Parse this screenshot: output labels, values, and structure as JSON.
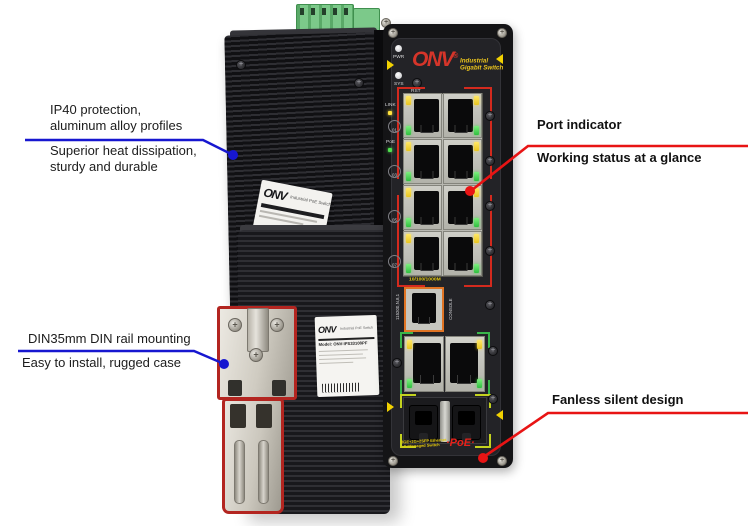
{
  "colors": {
    "blue": "#1717d0",
    "red": "#e81414"
  },
  "callouts": {
    "top_left": {
      "l1": "IP40 protection,",
      "l2": "aluminum alloy profiles",
      "l3": "Superior heat dissipation,",
      "l4": "sturdy and durable"
    },
    "right": {
      "l1": "Port indicator",
      "l2": "Working status at a glance"
    },
    "bottom_left": {
      "l1": "DIN35mm DIN rail mounting",
      "l2": "Easy to install, rugged case"
    },
    "bottom_right": {
      "l1": "Fanless silent design"
    }
  },
  "front_panel": {
    "brand": "ONV",
    "reg": "®",
    "tagline1": "Industrial",
    "tagline2": "Gigabit Switch",
    "led_pwr": "PWR",
    "led_sys": "SYS",
    "reset": "RST",
    "link": "LINK",
    "poe": "PoE",
    "ports_left": [
      "01",
      "03",
      "05",
      "07"
    ],
    "speed": "10/100/1000M",
    "console_baud": "115200,N,8,1",
    "console": "CONSOLE",
    "bottom1": "8GE+2G+2SFP Ethernet",
    "bottom2": "L2+Managed Switch",
    "poe_logo": "·PoE·"
  },
  "side_label": {
    "brand": "ONV",
    "title": "Industrial PoE Switch"
  },
  "spec_label": {
    "brand": "ONV",
    "title": "Industrial PoE Switch",
    "model": "Model: ONV-IPS33108PF"
  }
}
